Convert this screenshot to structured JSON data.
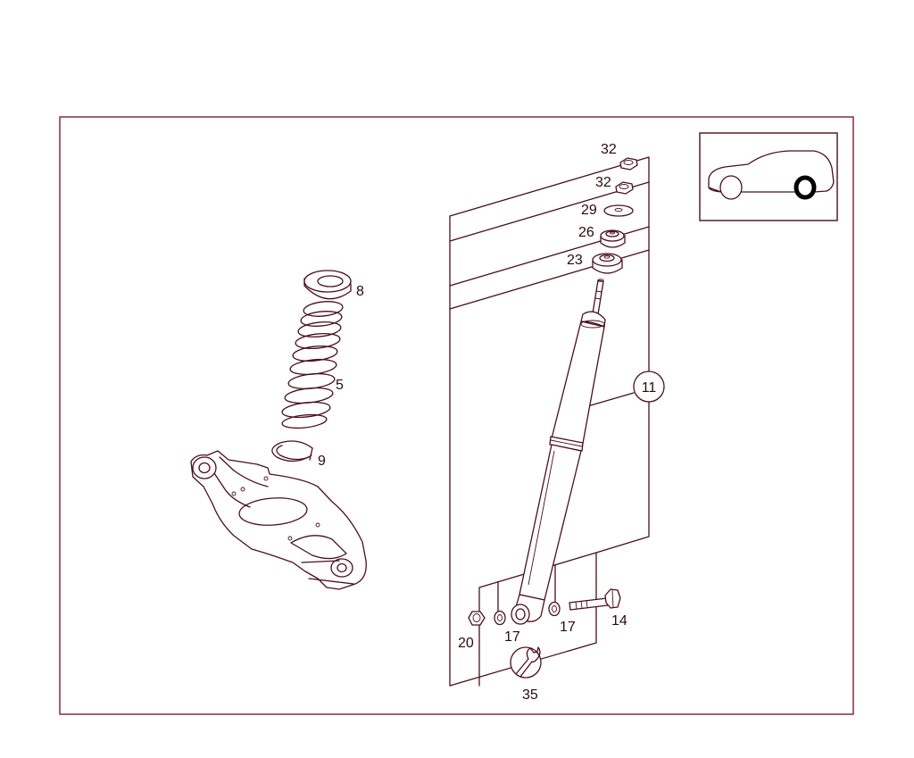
{
  "colors": {
    "line": "#4a0f1a",
    "frame": "#7a1f2e",
    "text": "#2b0a10",
    "background": "#ffffff"
  },
  "parts": {
    "p32a": "32",
    "p32b": "32",
    "p29": "29",
    "p26": "26",
    "p23": "23",
    "p8": "8",
    "p5": "5",
    "p9": "9",
    "p11": "11",
    "p20": "20",
    "p17a": "17",
    "p17b": "17",
    "p14": "14",
    "p35": "35"
  },
  "icons": {
    "locator": "car-rear-wheel-locator-icon",
    "tool": "wrench-icon"
  }
}
